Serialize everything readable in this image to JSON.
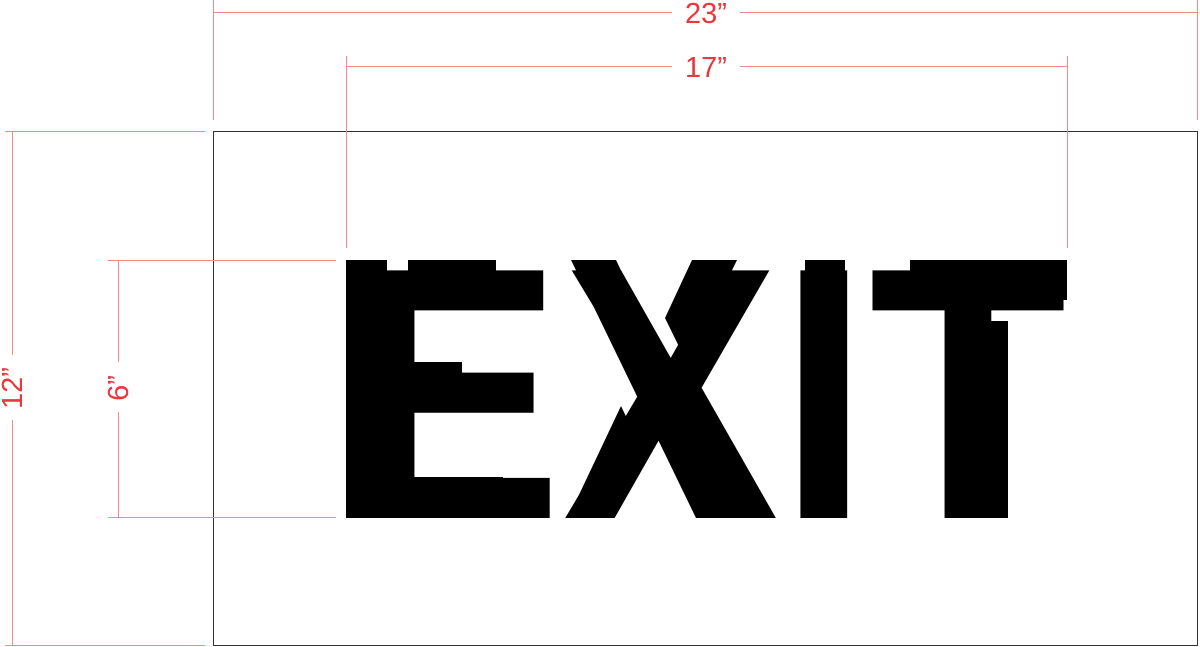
{
  "stencil": {
    "word": "EXIT",
    "letters": [
      "E",
      "X",
      "I",
      "T"
    ]
  },
  "dimensions": {
    "overall_width": "23”",
    "text_width": "17”",
    "overall_height": "12”",
    "text_height": "6”"
  },
  "colors": {
    "dimension": "#e8383d",
    "dimension_line": "#f08a8c",
    "stencil": "#000000"
  }
}
